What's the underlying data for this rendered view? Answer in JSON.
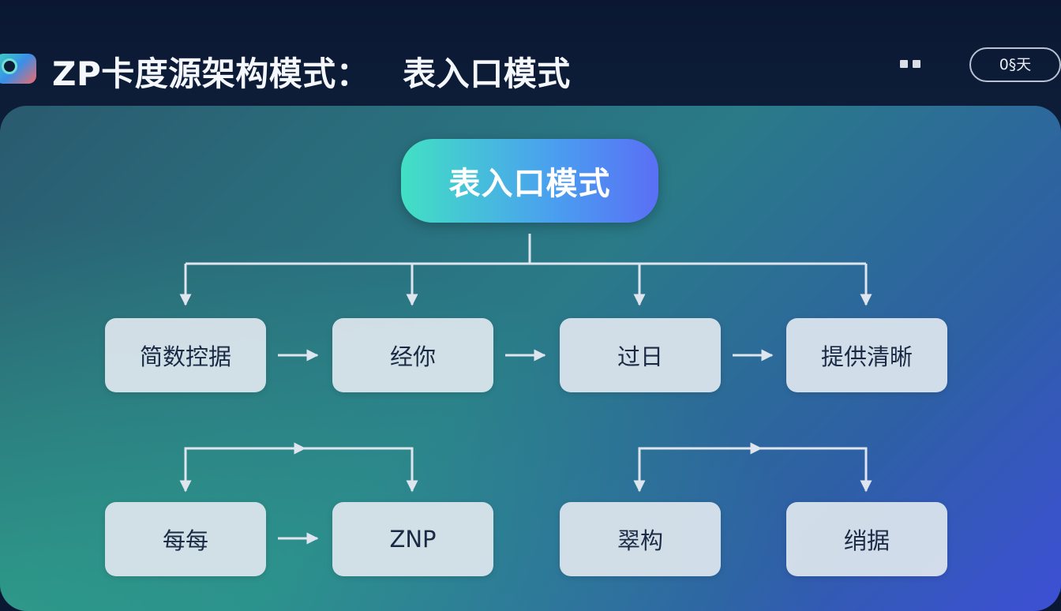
{
  "header": {
    "title_left": "ZP卡度源架构模式：",
    "title_right": "表入口模式",
    "button_label": "0§天"
  },
  "diagram": {
    "root": "表入口模式",
    "row1": [
      "简数控据",
      "经你",
      "过日",
      "提供清晰"
    ],
    "row2": [
      "每每",
      "ZNP",
      "翠构",
      "绡据"
    ]
  },
  "colors": {
    "root_gradient_start": "#42e0c4",
    "root_gradient_end": "#5a6ff5",
    "node_fill": "#dee6ee",
    "connector": "#dfe5ee"
  },
  "icons": {
    "app_logo": "app-logo-icon",
    "window_controls": "grid-dots-icon"
  }
}
